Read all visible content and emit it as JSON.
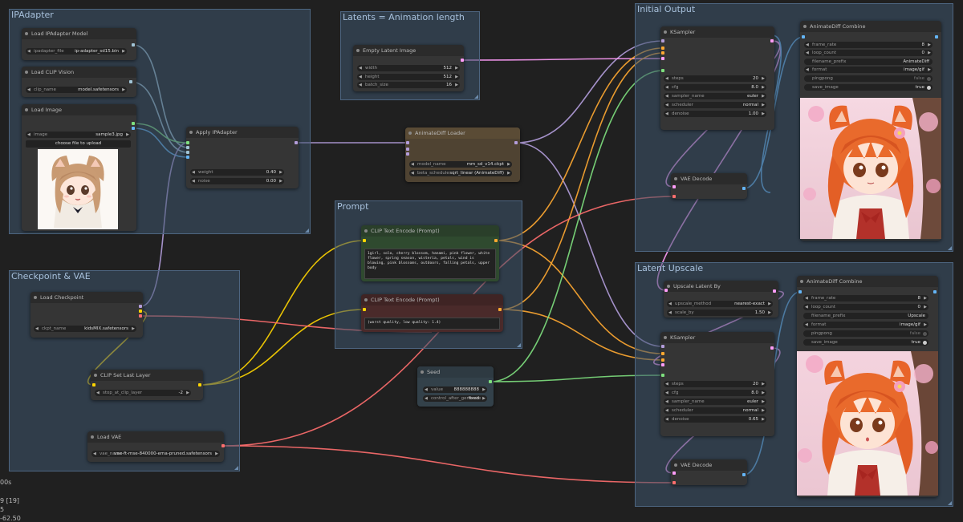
{
  "groups": {
    "ipadapter": "IPAdapter",
    "latents": "Latents = Animation length",
    "initial_output": "Initial Output",
    "prompt": "Prompt",
    "checkpoint_vae": "Checkpoint & VAE",
    "latent_upscale": "Latent Upscale"
  },
  "nodes": {
    "load_ipadapter_model": {
      "title": "Load IPAdapter Model",
      "ipadapter_file": {
        "label": "ipadapter_file",
        "value": "ip-adapter_sd15.bin"
      }
    },
    "load_clip_vision": {
      "title": "Load CLIP Vision",
      "clip_name": {
        "label": "clip_name",
        "value": "model.safetensors"
      }
    },
    "load_image": {
      "title": "Load Image",
      "image": {
        "label": "image",
        "value": "sample3.jpg"
      },
      "upload_label": "choose file to upload"
    },
    "apply_ipadapter": {
      "title": "Apply IPAdapter",
      "weight": {
        "label": "weight",
        "value": "0.40"
      },
      "noise": {
        "label": "noise",
        "value": "0.00"
      }
    },
    "empty_latent": {
      "title": "Empty Latent Image",
      "width": {
        "label": "width",
        "value": "512"
      },
      "height": {
        "label": "height",
        "value": "512"
      },
      "batch_size": {
        "label": "batch_size",
        "value": "16"
      }
    },
    "animatediff_loader": {
      "title": "AnimateDiff Loader",
      "model_name": {
        "label": "model_name",
        "value": "mm_sd_v14.ckpt"
      },
      "beta_schedule": {
        "label": "beta_schedule",
        "value": "sqrt_linear (AnimateDiff)"
      }
    },
    "clip_positive": {
      "title": "CLIP Text Encode (Prompt)",
      "text": "1girl, solo, cherry blossom, hanami, pink flower, white flower, spring season, wisteria, petals, wind is blowing, pink blossoms, outdoors, falling petals, upper body"
    },
    "clip_negative": {
      "title": "CLIP Text Encode (Prompt)",
      "text": "(worst quality, low quality: 1.4)"
    },
    "load_checkpoint": {
      "title": "Load Checkpoint",
      "ckpt_name": {
        "label": "ckpt_name",
        "value": "kidsMIX.safetensors"
      }
    },
    "clip_set_last_layer": {
      "title": "CLIP Set Last Layer",
      "stop_at_clip_layer": {
        "label": "stop_at_clip_layer",
        "value": "-2"
      }
    },
    "load_vae": {
      "title": "Load VAE",
      "vae_name": {
        "label": "vae_name",
        "value": "vae-ft-mse-840000-ema-pruned.safetensors"
      }
    },
    "seed": {
      "title": "Seed",
      "value": {
        "label": "value",
        "value": "888888888"
      },
      "control": {
        "label": "control_after_generate",
        "value": "fixed"
      }
    },
    "ksampler1": {
      "title": "KSampler",
      "steps": {
        "label": "steps",
        "value": "20"
      },
      "cfg": {
        "label": "cfg",
        "value": "8.0"
      },
      "sampler_name": {
        "label": "sampler_name",
        "value": "euler"
      },
      "scheduler": {
        "label": "scheduler",
        "value": "normal"
      },
      "denoise": {
        "label": "denoise",
        "value": "1.00"
      }
    },
    "vae_decode1": {
      "title": "VAE Decode"
    },
    "combine1": {
      "title": "AnimateDiff Combine",
      "frame_rate": {
        "label": "frame_rate",
        "value": "8"
      },
      "loop_count": {
        "label": "loop_count",
        "value": "0"
      },
      "filename_prefix": {
        "label": "filename_prefix",
        "value": "AnimateDiff"
      },
      "format": {
        "label": "format",
        "value": "image/gif"
      },
      "pingpong": {
        "label": "pingpong",
        "value": "false"
      },
      "save_image": {
        "label": "save_image",
        "value": "true"
      }
    },
    "upscale_latent": {
      "title": "Upscale Latent By",
      "upscale_method": {
        "label": "upscale_method",
        "value": "nearest-exact"
      },
      "scale_by": {
        "label": "scale_by",
        "value": "1.50"
      }
    },
    "ksampler2": {
      "title": "KSampler",
      "steps": {
        "label": "steps",
        "value": "20"
      },
      "cfg": {
        "label": "cfg",
        "value": "8.0"
      },
      "sampler_name": {
        "label": "sampler_name",
        "value": "euler"
      },
      "scheduler": {
        "label": "scheduler",
        "value": "normal"
      },
      "denoise": {
        "label": "denoise",
        "value": "0.65"
      }
    },
    "vae_decode2": {
      "title": "VAE Decode"
    },
    "combine2": {
      "title": "AnimateDiff Combine",
      "frame_rate": {
        "label": "frame_rate",
        "value": "8"
      },
      "loop_count": {
        "label": "loop_count",
        "value": "0"
      },
      "filename_prefix": {
        "label": "filename_prefix",
        "value": "Upscale"
      },
      "format": {
        "label": "format",
        "value": "image/gif"
      },
      "pingpong": {
        "label": "pingpong",
        "value": "false"
      },
      "save_image": {
        "label": "save_image",
        "value": "true"
      }
    }
  },
  "stats": [
    "00s",
    "9 [19]",
    "5",
    "-62.50"
  ],
  "colors": {
    "model": "#b39ddb",
    "clip": "#ffd500",
    "vae": "#ff6e6e",
    "latent": "#ff9cf9",
    "conditioning": "#ffa931",
    "image": "#64b5f6",
    "int": "#7ee07e",
    "clip_vision": "#a1c4d6"
  },
  "icons": [
    "arrow-left-icon",
    "arrow-right-icon",
    "toggle-icon",
    "node-collapse-dot-icon"
  ]
}
